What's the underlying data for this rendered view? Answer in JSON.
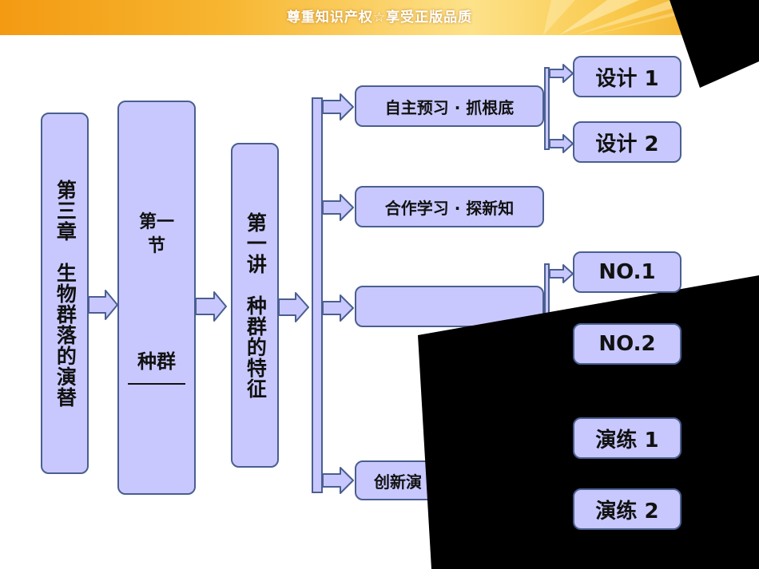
{
  "banner": {
    "text": "尊重知识产权☆享受正版品质"
  },
  "chapter": {
    "label": "第三章　生物群落的演替"
  },
  "section": {
    "line1": "第一节",
    "line2": "种群"
  },
  "lecture": {
    "label": "第一讲　种群的特征"
  },
  "branches": [
    {
      "label": "自主预习 · 抓根底"
    },
    {
      "label": "合作学习 · 探新知"
    },
    {
      "label": ""
    },
    {
      "label": "创新演"
    }
  ],
  "leaves": {
    "group1": [
      "设计 1",
      "设计 2"
    ],
    "group2": [
      "NO.1",
      "NO.2"
    ],
    "group3": [
      "演练 1",
      "演练 2"
    ]
  },
  "colors": {
    "box_fill": "#c8c8ff",
    "box_border": "#4a5f8f",
    "occluder": "#000000"
  }
}
